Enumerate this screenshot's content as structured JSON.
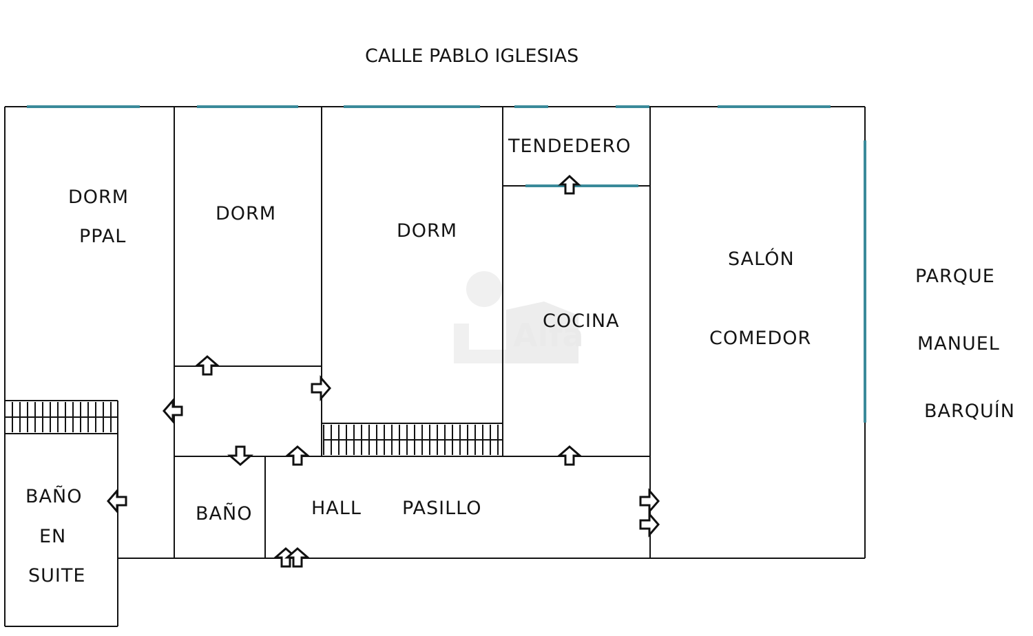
{
  "street_label": "CALLE PABLO IGLESIAS",
  "park_label": {
    "line1": "PARQUE",
    "line2": "MANUEL",
    "line3": "BARQUÍN"
  },
  "rooms": {
    "dorm_ppal": {
      "line1": "DORM",
      "line2": "PPAL"
    },
    "dorm_2": "DORM",
    "dorm_3": "DORM",
    "tendedero": "TENDEDERO",
    "cocina": "COCINA",
    "salon": {
      "line1": "SALÓN",
      "line2": "COMEDOR"
    },
    "bano_suite": {
      "line1": "BAÑO",
      "line2": "EN",
      "line3": "SUITE"
    },
    "bano": "BAÑO",
    "hall": "HALL",
    "pasillo": "PASILLO"
  },
  "watermark": "Alfa"
}
